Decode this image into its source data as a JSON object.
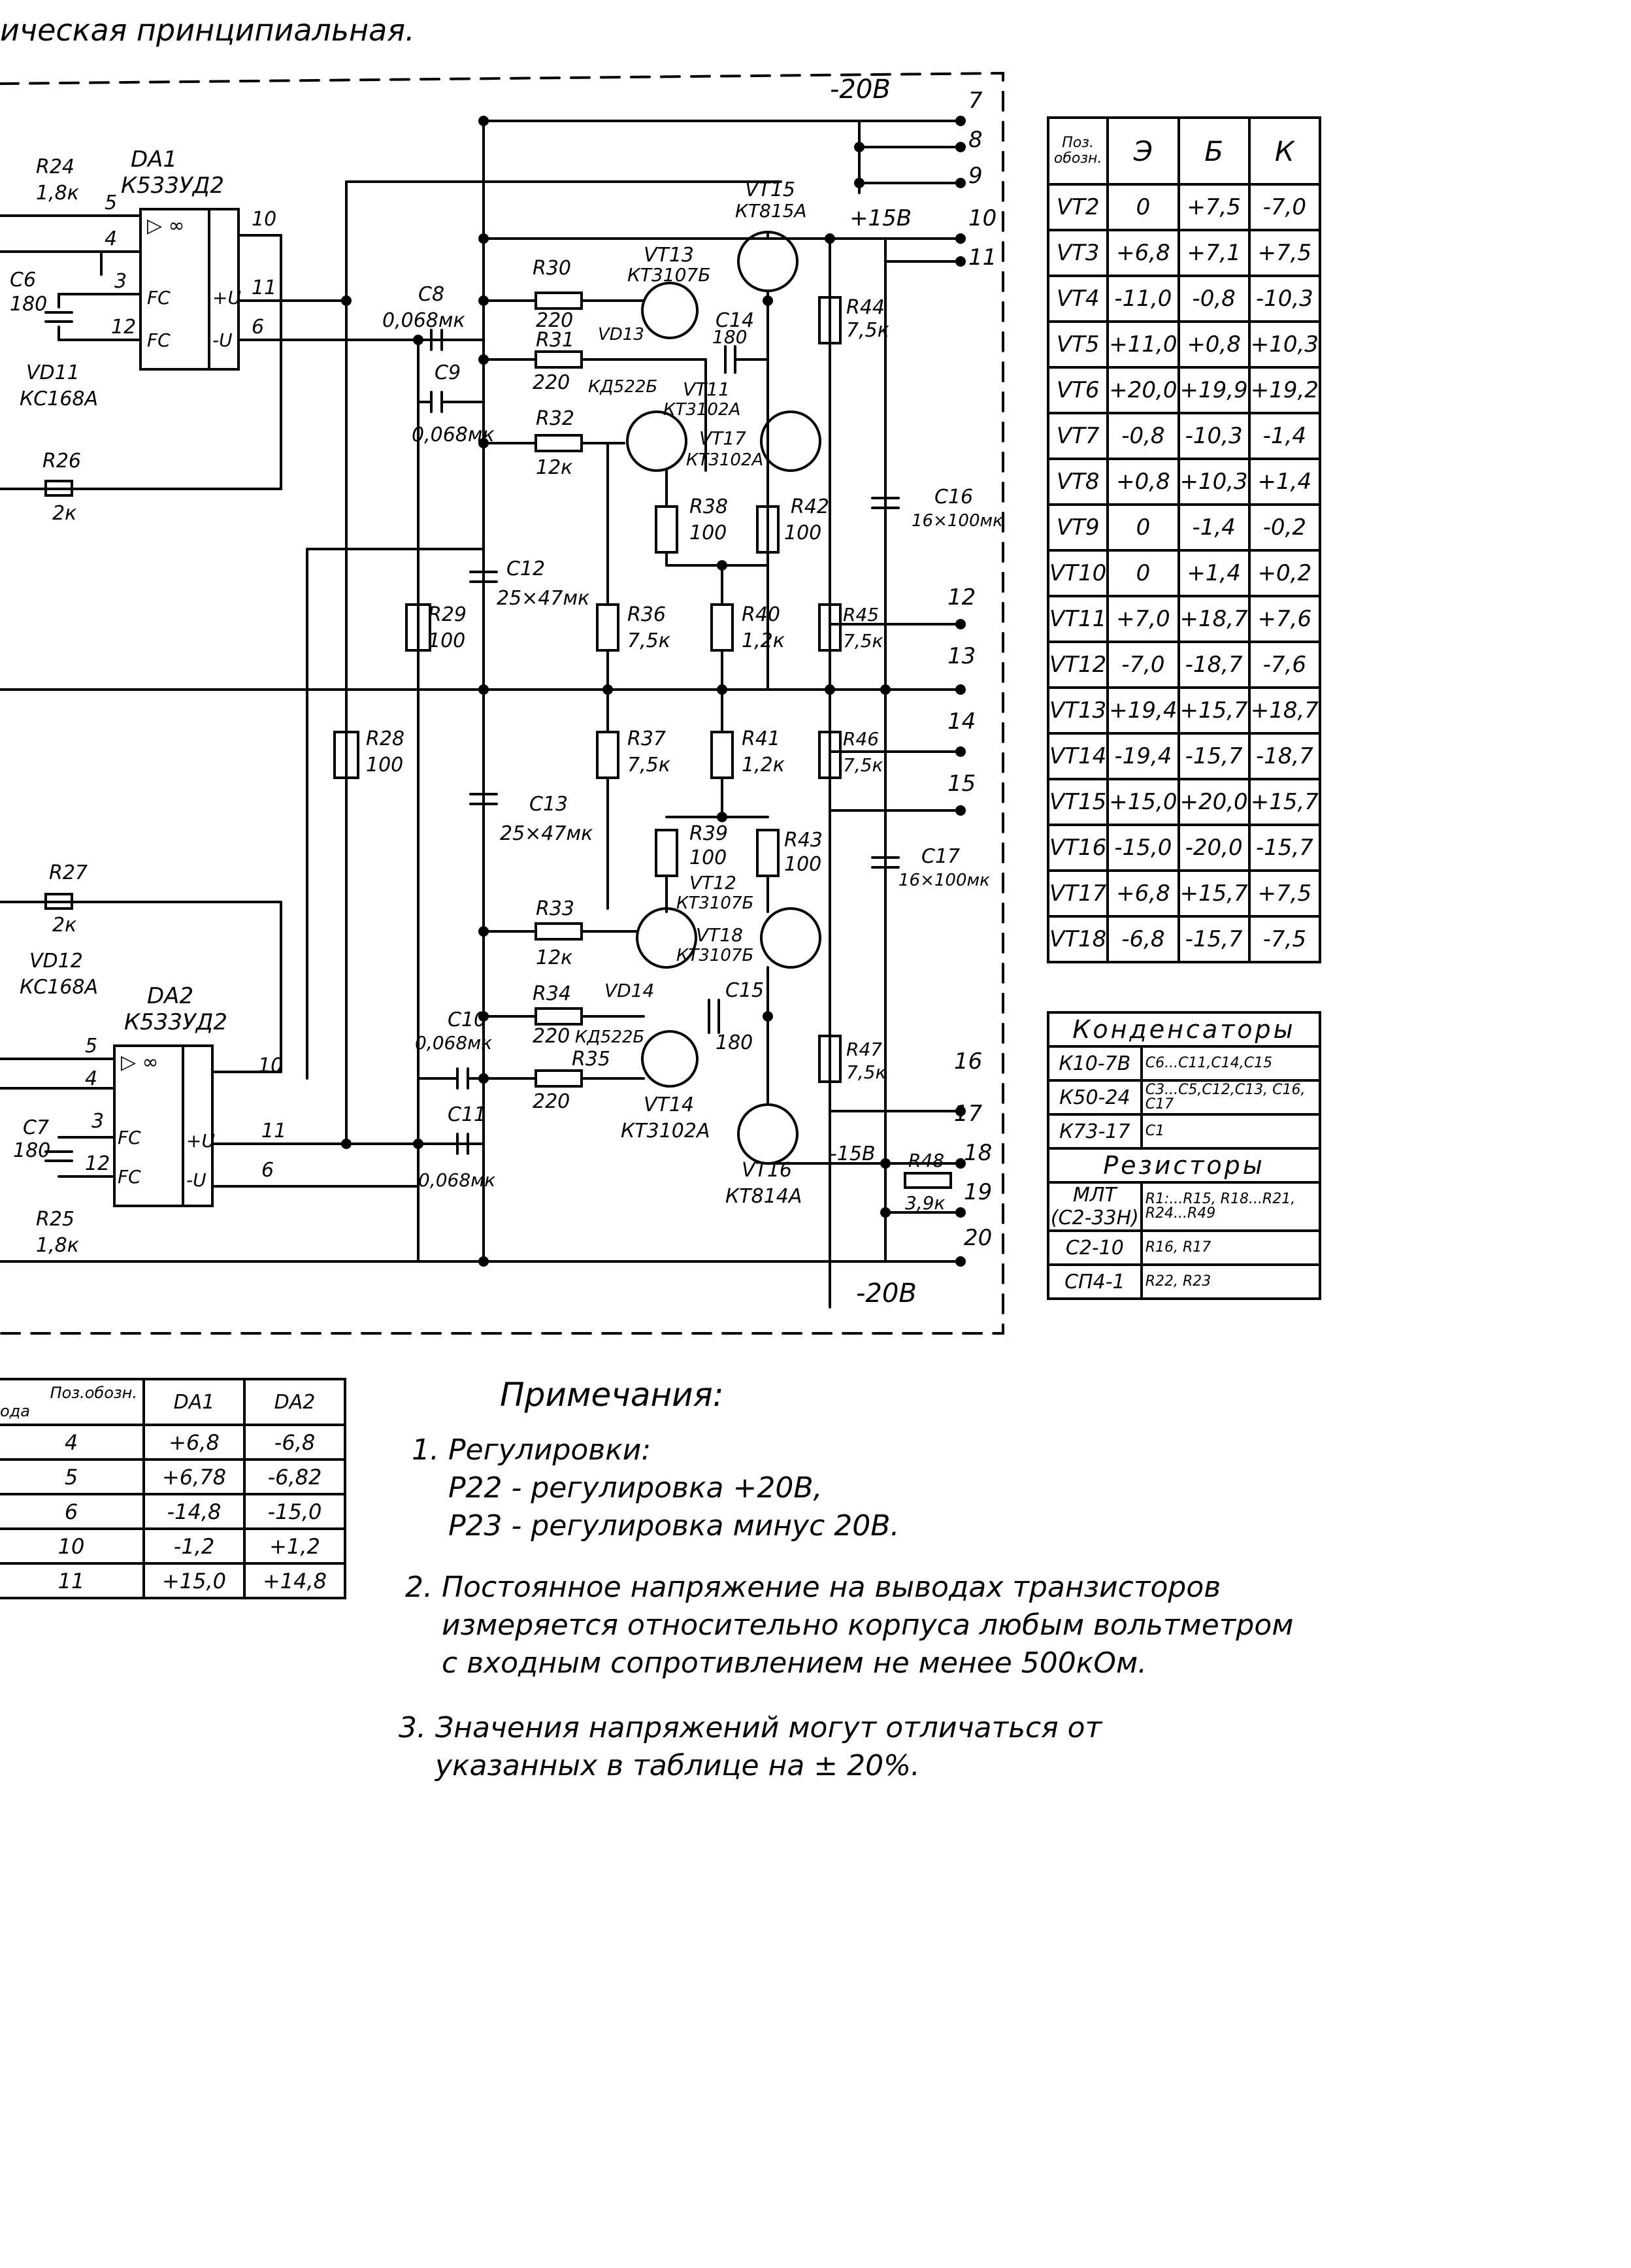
{
  "header_title": "ическая      принципиальная.",
  "rails": {
    "top_minus": "-20В",
    "plus15": "+15В",
    "minus15": "-15В",
    "bottom_minus": "-20В"
  },
  "pins": [
    "7",
    "8",
    "9",
    "10",
    "11",
    "12",
    "13",
    "14",
    "15",
    "16",
    "17",
    "18",
    "19",
    "20"
  ],
  "opamps": {
    "da1": {
      "name": "DA1",
      "type": "К533УД2",
      "pins_left": [
        "5",
        "4",
        "3",
        "12"
      ],
      "pins_right": [
        "10",
        "11",
        "6"
      ],
      "fc": "FC",
      "plus_u": "+U",
      "minus_u": "-U",
      "sym": "▷ ∞"
    },
    "da2": {
      "name": "DA2",
      "type": "К533УД2",
      "pins_left": [
        "5",
        "4",
        "3",
        "12"
      ],
      "pins_right": [
        "10",
        "11",
        "6"
      ],
      "fc": "FC",
      "plus_u": "+U",
      "minus_u": "-U",
      "sym": "▷ ∞"
    }
  },
  "labels": {
    "r24": "R24",
    "r24v": "1,8к",
    "c6": "C6",
    "c6v": "180",
    "vd11": "VD11",
    "vd11t": "КС168А",
    "r26": "R26",
    "r26v": "2к",
    "r27": "R27",
    "r27v": "2к",
    "vd12": "VD12",
    "vd12t": "КС168А",
    "c7": "C7",
    "c7v": "180",
    "r25": "R25",
    "r25v": "1,8к",
    "c8": "C8",
    "c8v": "0,068мк",
    "c9": "C9",
    "c9v": "0,068мк",
    "r30": "R30",
    "r30v": "220",
    "r31": "R31",
    "r31v": "220",
    "r32": "R32",
    "r32v": "12к",
    "vd13": "VD13",
    "vd13t": "КД522Б",
    "vt13": "VT13",
    "vt13t": "КТ3107Б",
    "c14": "C14",
    "c14v": "180",
    "vt11": "VT11",
    "vt11t": "КТ3102А",
    "vt17": "VT17",
    "vt17t": "КТ3102А",
    "vt15": "VT15",
    "vt15t": "КТ815А",
    "r44": "R44",
    "r44v": "7,5к",
    "c16": "C16",
    "c16v": "16×100мк",
    "r38": "R38",
    "r38v": "100",
    "r42": "R42",
    "r42v": "100",
    "c12": "C12",
    "c12v": "25×47мк",
    "r29": "R29",
    "r29v": "100",
    "r36": "R36",
    "r36v": "7,5к",
    "r40": "R40",
    "r40v": "1,2к",
    "r45": "R45",
    "r45v": "7,5к",
    "r28": "R28",
    "r28v": "100",
    "r37": "R37",
    "r37v": "7,5к",
    "r41": "R41",
    "r41v": "1,2к",
    "r46": "R46",
    "r46v": "7,5к",
    "c13": "C13",
    "c13v": "25×47мк",
    "r39": "R39",
    "r39v": "100",
    "r43": "R43",
    "r43v": "100",
    "vt12": "VT12",
    "vt12t": "КТ3107Б",
    "vt18": "VT18",
    "vt18t": "КТ3107Б",
    "c17": "C17",
    "c17v": "16×100мк",
    "r33": "R33",
    "r33v": "12к",
    "vd14": "VD14",
    "vd14t": "КД522Б",
    "r34": "R34",
    "r34v": "220",
    "c15": "C15",
    "c15v": "180",
    "r35": "R35",
    "r35v": "220",
    "c10": "C10",
    "c10v": "0,068мк",
    "c11": "C11",
    "c11v": "0,068мк",
    "vt14": "VT14",
    "vt14t": "КТ3102А",
    "vt16": "VT16",
    "vt16t": "КТ814А",
    "r47": "R47",
    "r47v": "7,5к",
    "r48": "R48",
    "r48v": "3,9к"
  },
  "voltage_table": {
    "header": {
      "poz_line1": "Поз.",
      "poz_line2": "обозн.",
      "e": "Э",
      "b": "Б",
      "k": "К"
    },
    "rows": [
      [
        "VT2",
        "0",
        "+7,5",
        "-7,0"
      ],
      [
        "VT3",
        "+6,8",
        "+7,1",
        "+7,5"
      ],
      [
        "VT4",
        "-11,0",
        "-0,8",
        "-10,3"
      ],
      [
        "VT5",
        "+11,0",
        "+0,8",
        "+10,3"
      ],
      [
        "VT6",
        "+20,0",
        "+19,9",
        "+19,2"
      ],
      [
        "VT7",
        "-0,8",
        "-10,3",
        "-1,4"
      ],
      [
        "VT8",
        "+0,8",
        "+10,3",
        "+1,4"
      ],
      [
        "VT9",
        "0",
        "-1,4",
        "-0,2"
      ],
      [
        "VT10",
        "0",
        "+1,4",
        "+0,2"
      ],
      [
        "VT11",
        "+7,0",
        "+18,7",
        "+7,6"
      ],
      [
        "VT12",
        "-7,0",
        "-18,7",
        "-7,6"
      ],
      [
        "VT13",
        "+19,4",
        "+15,7",
        "+18,7"
      ],
      [
        "VT14",
        "-19,4",
        "-15,7",
        "-18,7"
      ],
      [
        "VT15",
        "+15,0",
        "+20,0",
        "+15,7"
      ],
      [
        "VT16",
        "-15,0",
        "-20,0",
        "-15,7"
      ],
      [
        "VT17",
        "+6,8",
        "+15,7",
        "+7,5"
      ],
      [
        "VT18",
        "-6,8",
        "-15,7",
        "-7,5"
      ]
    ]
  },
  "components_table": {
    "cap_title": "Конденсаторы",
    "caps": [
      [
        "К10-7В",
        "C6...C11,C14,C15"
      ],
      [
        "К50-24",
        "C3...C5,C12,C13, C16, C17"
      ],
      [
        "К73-17",
        "C1"
      ]
    ],
    "res_title": "Резисторы",
    "res": [
      [
        "МЛТ (С2-33Н)",
        "R1:...R15, R18...R21, R24...R49"
      ],
      [
        "С2-10",
        "R16, R17"
      ],
      [
        "СП4-1",
        "R22, R23"
      ]
    ]
  },
  "da_table": {
    "header_top": "Поз.обозн.",
    "header_bottom": "ода",
    "col1": "DA1",
    "col2": "DA2",
    "rows": [
      [
        "4",
        "+6,8",
        "-6,8"
      ],
      [
        "5",
        "+6,78",
        "-6,82"
      ],
      [
        "6",
        "-14,8",
        "-15,0"
      ],
      [
        "10",
        "-1,2",
        "+1,2"
      ],
      [
        "11",
        "+15,0",
        "+14,8"
      ]
    ]
  },
  "notes": {
    "title": "Примечания:",
    "n1": "1. Регулировки:\n    Р22 - регулировка +20В,\n    Р23 - регулировка минус 20В.",
    "n2": "2. Постоянное напряжение на выводах транзисторов\n    измеряется относительно корпуса любым вольтметром\n    с входным сопротивлением не менее 500кОм.",
    "n3": "3. Значения напряжений могут отличаться от\n    указанных в таблице на ± 20%."
  }
}
